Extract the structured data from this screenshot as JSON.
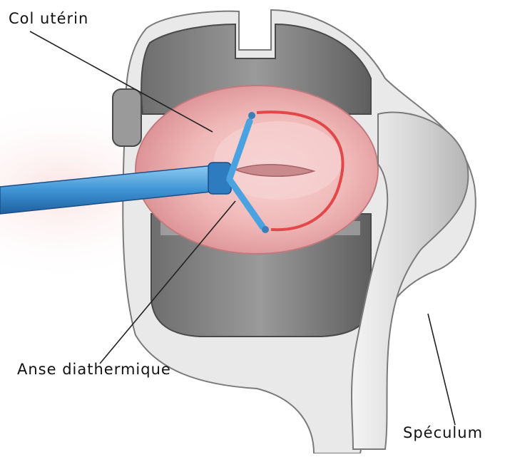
{
  "labels": {
    "cervix": "Col utérin",
    "loop": "Anse diathermique",
    "speculum": "Spéculum"
  }
}
